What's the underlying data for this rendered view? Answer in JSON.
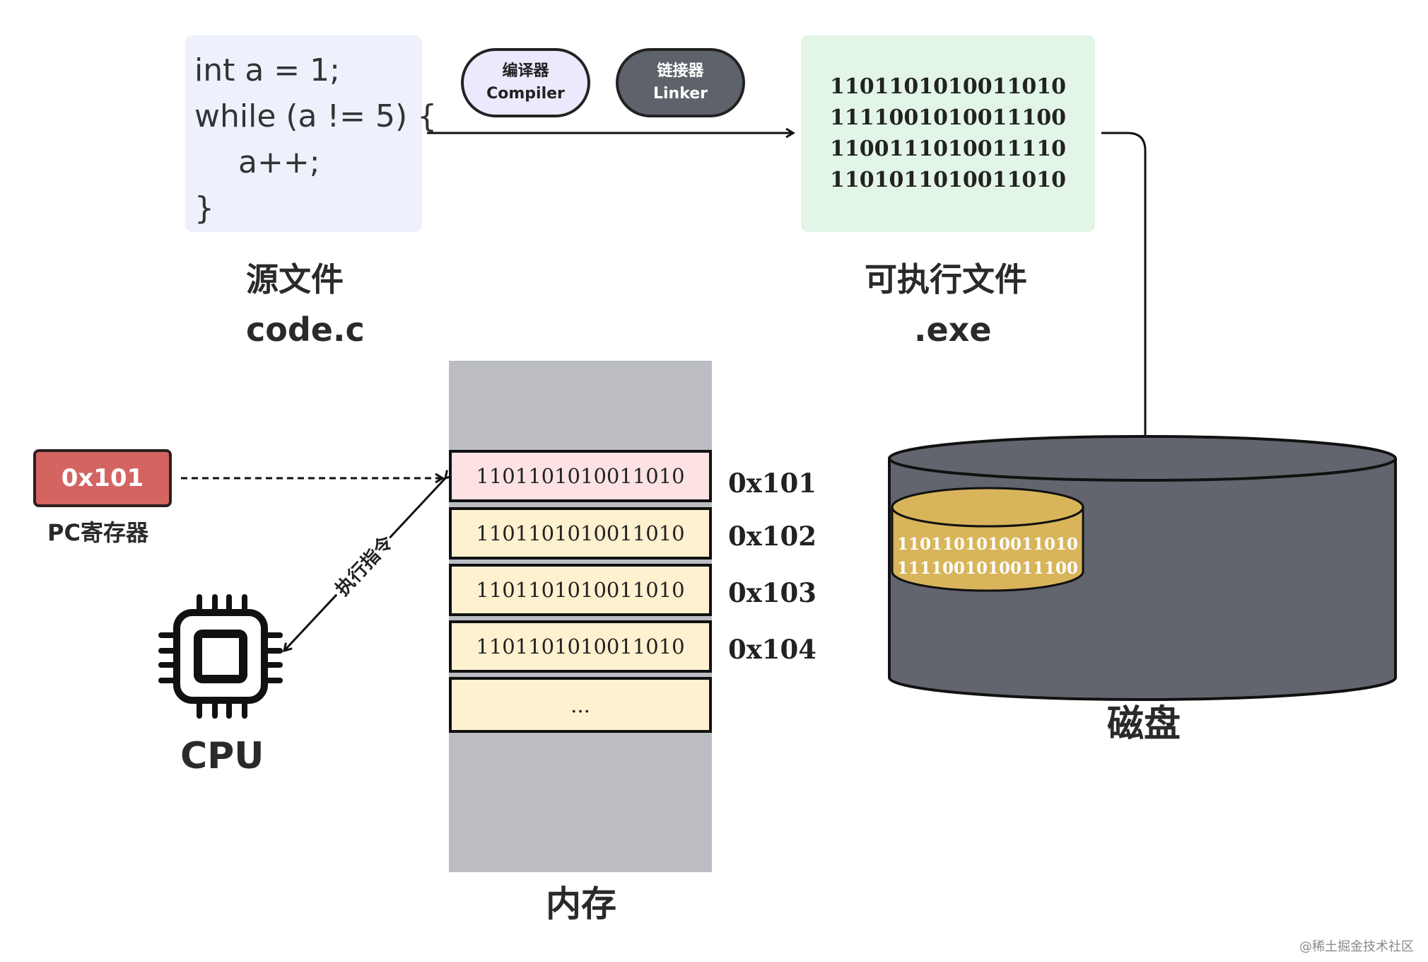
{
  "source": {
    "code_lines": [
      "int a = 1;",
      "while (a != 5) {",
      "a++;",
      "}"
    ],
    "title": "源文件",
    "filename": "code.c"
  },
  "compiler": {
    "zh": "编译器",
    "en": "Compiler"
  },
  "linker": {
    "zh": "链接器",
    "en": "Linker"
  },
  "executable": {
    "binary_lines": [
      "1101101010011010",
      "1111001010011100",
      "1100111010011110",
      "1101011010011010"
    ],
    "title": "可执行文件",
    "extension": ".exe"
  },
  "pc_register": {
    "value": "0x101",
    "label": "PC寄存器"
  },
  "instruction_label": "执行指令",
  "cpu": {
    "label": "CPU",
    "icon": "chip-icon"
  },
  "memory": {
    "label": "内存",
    "cells": [
      {
        "value": "1101101010011010",
        "address": "0x101",
        "active": true
      },
      {
        "value": "1101101010011010",
        "address": "0x102",
        "active": false
      },
      {
        "value": "1101101010011010",
        "address": "0x103",
        "active": false
      },
      {
        "value": "1101101010011010",
        "address": "0x104",
        "active": false
      },
      {
        "value": "...",
        "address": "",
        "active": false
      }
    ]
  },
  "disk": {
    "label": "磁盘",
    "data_lines": [
      "1101101010011010",
      "1111001010011100"
    ]
  },
  "colors": {
    "source_bg": "#eef1fb",
    "executable_bg": "#e2f5e6",
    "memory_bg": "#bbbdc3",
    "memory_active": "#fde2e4",
    "memory_cell": "#fdf1cf",
    "pc_register": "#d46462",
    "disk": "#62656e",
    "disk_file": "#d8b45a"
  },
  "watermark": "@稀土掘金技术社区"
}
